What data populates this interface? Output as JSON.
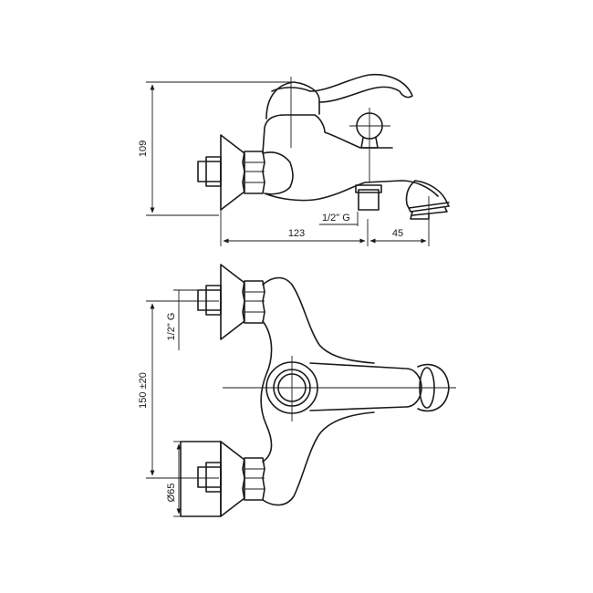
{
  "drawing": {
    "top_view": {
      "dim_height": "109",
      "dim_width": "123",
      "dim_spout": "45",
      "thread_label": "1/2\" G"
    },
    "front_view": {
      "dim_thread": "1/2\" G",
      "dim_center": "150 ±20",
      "dim_diameter": "Ø65"
    }
  }
}
